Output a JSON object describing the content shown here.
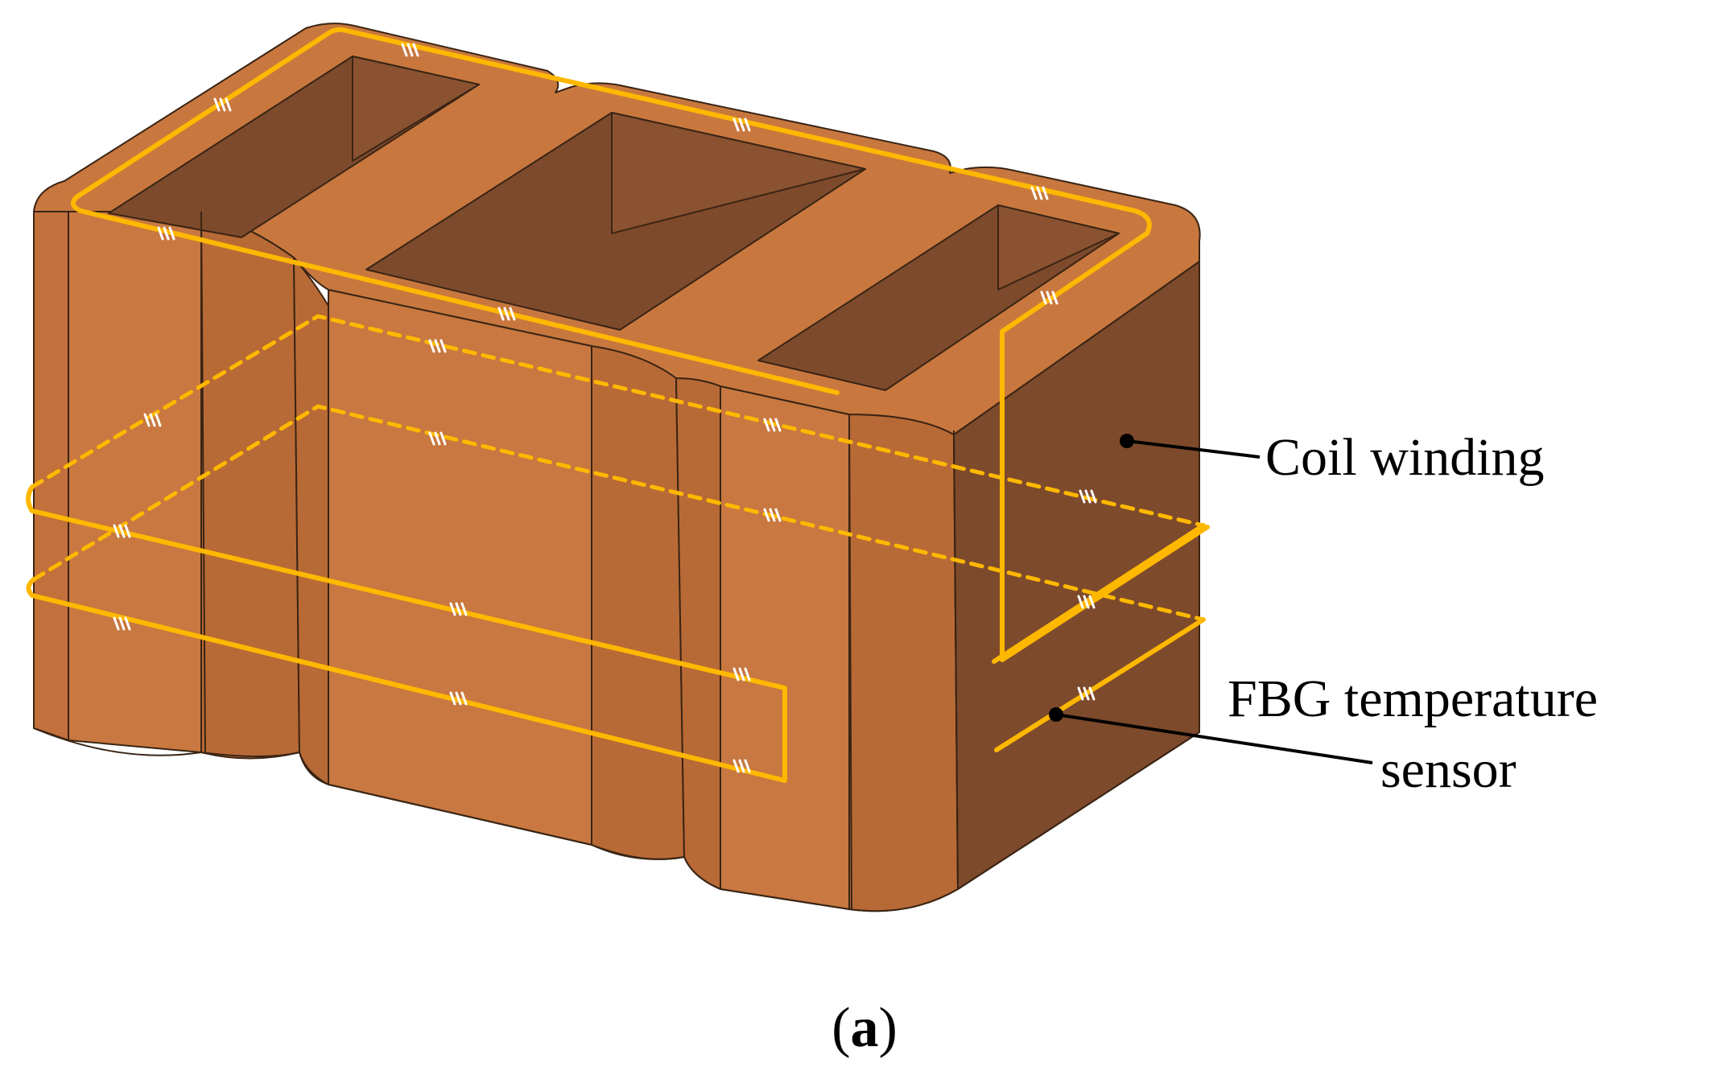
{
  "labels": {
    "coil": "Coil winding",
    "sensor_line1": "FBG temperature",
    "sensor_line2": "sensor"
  },
  "caption": {
    "open": "(",
    "letter": "a",
    "close": ")"
  },
  "colors": {
    "copper_light": "#C87840",
    "copper_mid": "#B86A36",
    "copper_dark": "#7E4A2C",
    "fiber": "#FFB800",
    "grating_mark": "#FFFFFF",
    "edge": "#3A2414"
  }
}
